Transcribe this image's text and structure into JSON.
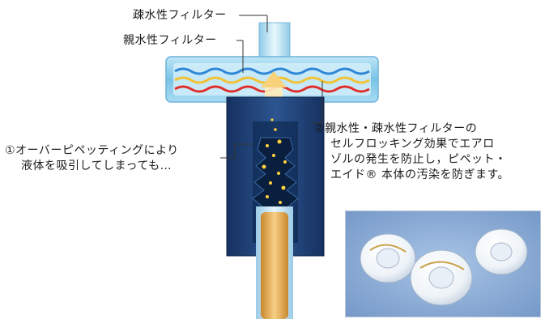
{
  "labels": {
    "hydrophobic_filter": "疎水性フィルター",
    "hydrophilic_filter": "親水性フィルター",
    "overpipetting": [
      "①オーバーピペッティングにより",
      "液体を吸引してしまっても…"
    ],
    "self_locking": [
      "②親水性・疎水性フィルターの",
      "セルフロッキング効果でエアロ",
      "ゾルの発生を防止し，ピペット・",
      "エイド® 本体の汚染を防ぎます。"
    ]
  },
  "photo": {
    "subject": "syringe filter units (three)"
  },
  "colors": {
    "filter_body": "#79c3e6",
    "filter_wave_blue": "#2e86d6",
    "filter_wave_yellow": "#f2c230",
    "filter_wave_red": "#e0302c",
    "adapter_body": "#1f3f72",
    "pipette_liquid": "#e7a94a",
    "photo_bg": "#7fa3cf"
  }
}
